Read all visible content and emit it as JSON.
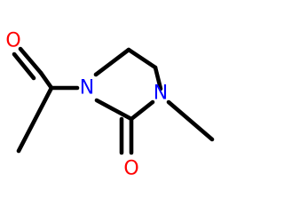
{
  "molecule": {
    "atoms": [
      {
        "id": "n1",
        "symbol": "N"
      },
      {
        "id": "n2",
        "symbol": "N"
      },
      {
        "id": "o1",
        "symbol": "O"
      },
      {
        "id": "o2",
        "symbol": "O"
      }
    ]
  },
  "colors": {
    "bond": "#000000",
    "nitrogen": "#0000ff",
    "oxygen": "#ff0000",
    "background": "#ffffff"
  }
}
